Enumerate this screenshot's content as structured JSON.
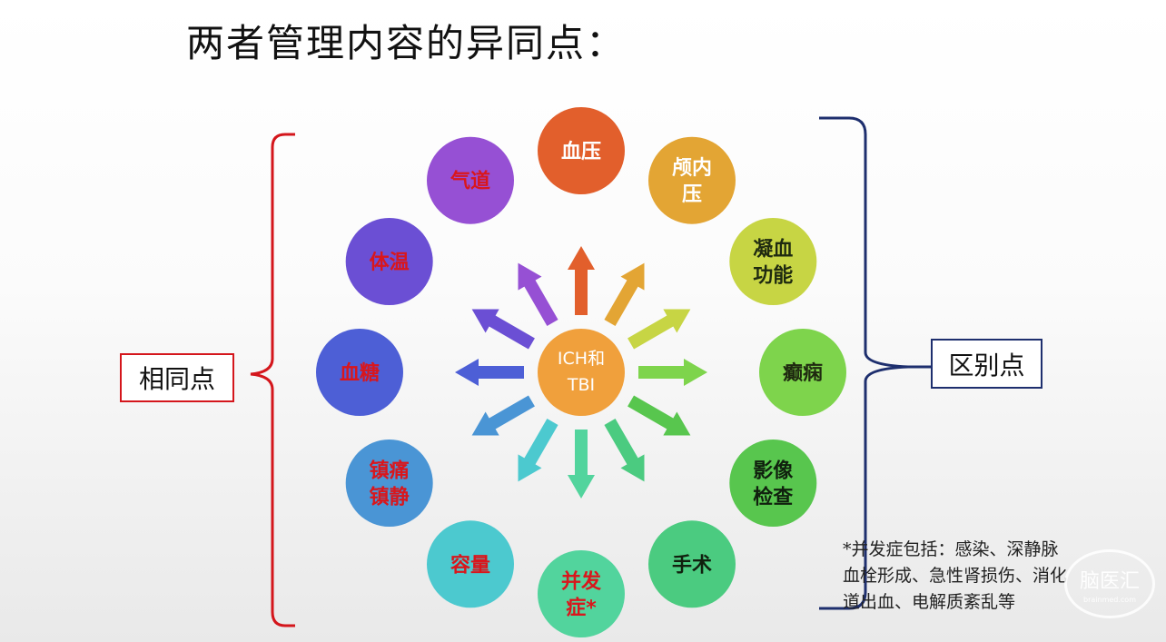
{
  "title": "两者管理内容的异同点：",
  "center": {
    "line1": "ICH和",
    "line2": "TBI",
    "color": "#f0a03c"
  },
  "nodes": [
    {
      "lines": [
        "血压"
      ],
      "color": "#e25f2c",
      "text_color": "#ffffff",
      "group": "区别点"
    },
    {
      "lines": [
        "颅内",
        "压"
      ],
      "color": "#e3a534",
      "text_color": "#ffffff",
      "group": "区别点"
    },
    {
      "lines": [
        "凝血",
        "功能"
      ],
      "color": "#c7d544",
      "text_color": "#1f2a10",
      "group": "区别点"
    },
    {
      "lines": [
        "癫痫"
      ],
      "color": "#7ed44c",
      "text_color": "#1f2a10",
      "group": "区别点"
    },
    {
      "lines": [
        "影像",
        "检查"
      ],
      "color": "#58c64e",
      "text_color": "#10200e",
      "group": "区别点"
    },
    {
      "lines": [
        "手术"
      ],
      "color": "#4bcb80",
      "text_color": "#10200e",
      "group": "区别点"
    },
    {
      "lines": [
        "并发",
        "症*"
      ],
      "color": "#52d49d",
      "text_color": "#d9161c",
      "group": "相同点"
    },
    {
      "lines": [
        "容量"
      ],
      "color": "#4cc9cf",
      "text_color": "#d9161c",
      "group": "相同点"
    },
    {
      "lines": [
        "镇痛",
        "镇静"
      ],
      "color": "#4a95d5",
      "text_color": "#d9161c",
      "group": "相同点"
    },
    {
      "lines": [
        "血糖"
      ],
      "color": "#4d5fd6",
      "text_color": "#d9161c",
      "group": "相同点"
    },
    {
      "lines": [
        "体温"
      ],
      "color": "#6b4fd4",
      "text_color": "#d9161c",
      "group": "相同点"
    },
    {
      "lines": [
        "气道"
      ],
      "color": "#9650d4",
      "text_color": "#d9161c",
      "group": "相同点"
    }
  ],
  "labels": {
    "same": "相同点",
    "different": "区别点"
  },
  "colors": {
    "same_bracket": "#d4161c",
    "diff_bracket": "#1e2f6e"
  },
  "footnote": [
    "*并发症包括：感染、深静脉",
    "血栓形成、急性肾损伤、消化",
    "道出血、电解质紊乱等"
  ],
  "watermark": {
    "text": "脑医汇",
    "sub": "brainmed.com"
  }
}
